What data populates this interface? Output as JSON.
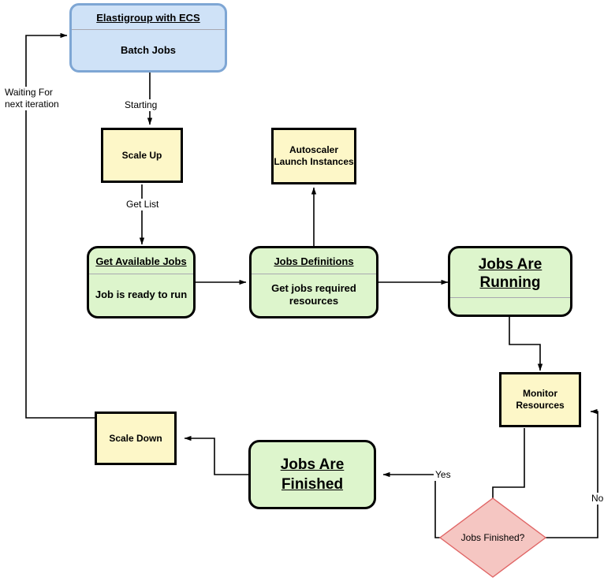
{
  "diagram": {
    "title": "Elastigroup with ECS batch jobs autoscaling flow",
    "colors": {
      "blue_fill": "#cfe2f7",
      "blue_border": "#7ea6d4",
      "yellow_fill": "#fdf7c8",
      "green_fill": "#ddf5cc",
      "diamond_fill": "#f5c6c2",
      "diamond_border": "#e06666",
      "edge": "#000000"
    },
    "nodes": {
      "elastigroup": {
        "header": "Elastigroup with ECS",
        "body": "Batch Jobs"
      },
      "scale_up": {
        "body": "Scale Up"
      },
      "autoscaler": {
        "body": "Autoscaler\nLaunch\nInstances"
      },
      "get_available_jobs": {
        "header": "Get Available Jobs",
        "body": "Job is ready to run"
      },
      "jobs_definitions": {
        "header": "Jobs Definitions",
        "body": "Get jobs\nrequired resources"
      },
      "jobs_are_running": {
        "header": "Jobs Are\nRunning",
        "body": ""
      },
      "monitor_resources": {
        "body": "Monitor\nResources"
      },
      "jobs_finished_decision": {
        "body": "Jobs Finished?"
      },
      "jobs_are_finished": {
        "header": "Jobs Are\nFinished"
      },
      "scale_down": {
        "body": "Scale Down"
      }
    },
    "edge_labels": {
      "waiting": "Waiting For\nnext iteration",
      "starting": "Starting",
      "get_list": "Get List",
      "yes": "Yes",
      "no": "No"
    }
  }
}
